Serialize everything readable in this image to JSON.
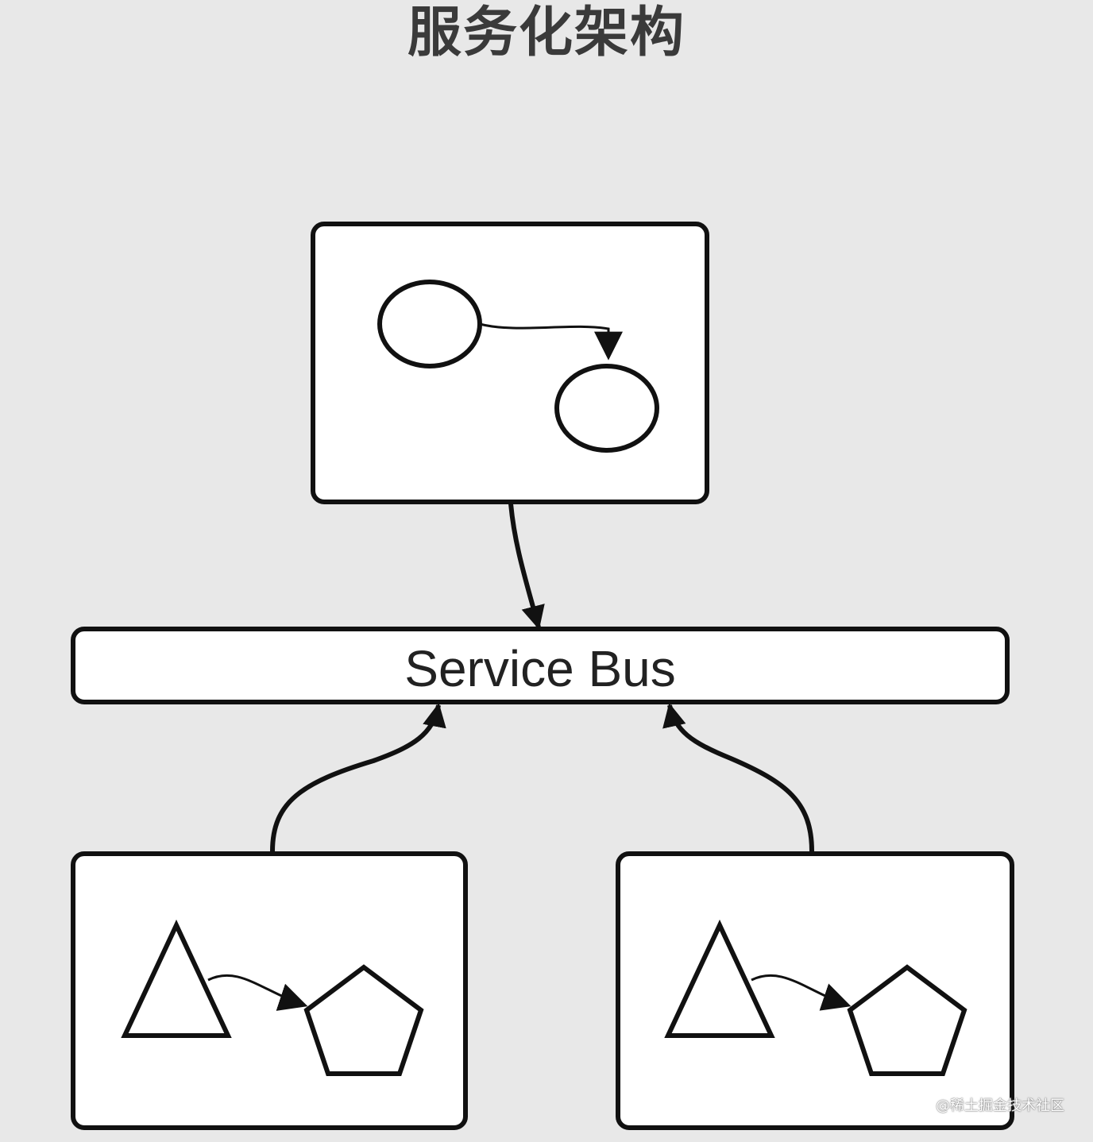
{
  "title": "服务化架构",
  "bus": {
    "label": "Service Bus"
  },
  "watermark": "@稀土掘金技术社区"
}
